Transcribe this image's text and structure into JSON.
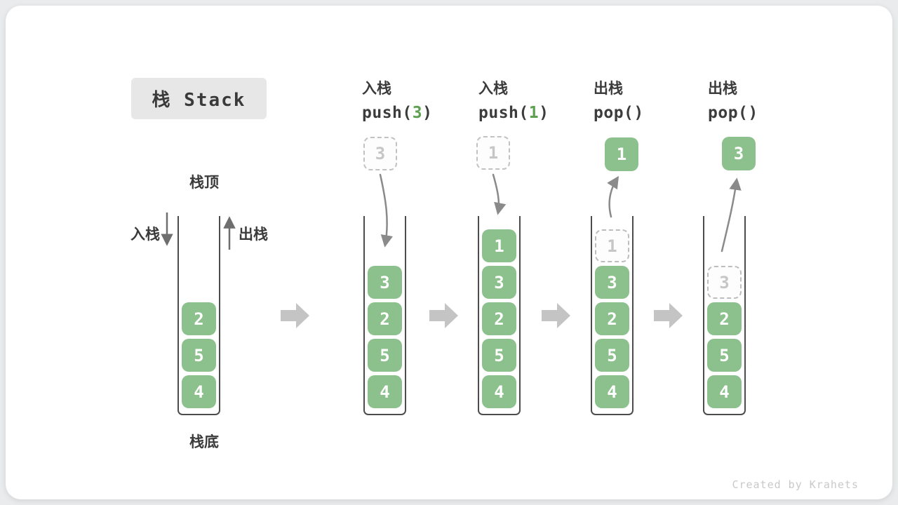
{
  "title": "栈 Stack",
  "labels": {
    "stack_top": "栈顶",
    "stack_bottom": "栈底",
    "push_side": "入栈",
    "pop_side": "出栈"
  },
  "operations": [
    {
      "name": "入栈",
      "code_pre": "push(",
      "code_arg": "3",
      "code_post": ")"
    },
    {
      "name": "入栈",
      "code_pre": "push(",
      "code_arg": "1",
      "code_post": ")"
    },
    {
      "name": "出栈",
      "code_pre": "pop()",
      "code_arg": "",
      "code_post": ""
    },
    {
      "name": "出栈",
      "code_pre": "pop()",
      "code_arg": "",
      "code_post": ""
    }
  ],
  "stacks": [
    {
      "cells": [
        {
          "value": "2",
          "type": "solid"
        },
        {
          "value": "5",
          "type": "solid"
        },
        {
          "value": "4",
          "type": "solid"
        }
      ]
    },
    {
      "floating": {
        "value": "3",
        "type": "ghost"
      },
      "cells": [
        {
          "value": "3",
          "type": "solid"
        },
        {
          "value": "2",
          "type": "solid"
        },
        {
          "value": "5",
          "type": "solid"
        },
        {
          "value": "4",
          "type": "solid"
        }
      ]
    },
    {
      "floating": {
        "value": "1",
        "type": "ghost"
      },
      "cells": [
        {
          "value": "1",
          "type": "solid"
        },
        {
          "value": "3",
          "type": "solid"
        },
        {
          "value": "2",
          "type": "solid"
        },
        {
          "value": "5",
          "type": "solid"
        },
        {
          "value": "4",
          "type": "solid"
        }
      ]
    },
    {
      "floating": {
        "value": "1",
        "type": "solid"
      },
      "cells": [
        {
          "value": "1",
          "type": "ghost"
        },
        {
          "value": "3",
          "type": "solid"
        },
        {
          "value": "2",
          "type": "solid"
        },
        {
          "value": "5",
          "type": "solid"
        },
        {
          "value": "4",
          "type": "solid"
        }
      ]
    },
    {
      "floating": {
        "value": "3",
        "type": "solid"
      },
      "cells": [
        {
          "value": "3",
          "type": "ghost"
        },
        {
          "value": "2",
          "type": "solid"
        },
        {
          "value": "5",
          "type": "solid"
        },
        {
          "value": "4",
          "type": "solid"
        }
      ]
    }
  ],
  "watermark": "Created by Krahets",
  "colors": {
    "cell_green": "#8cc08c",
    "code_arg_green": "#5da150",
    "ghost_gray": "#c6c6c6",
    "arrow_gray": "#8a8a8a",
    "step_arrow_gray": "#c4c4c4",
    "text_dark": "#3b3b3b",
    "badge_bg": "#e7e7e7"
  }
}
